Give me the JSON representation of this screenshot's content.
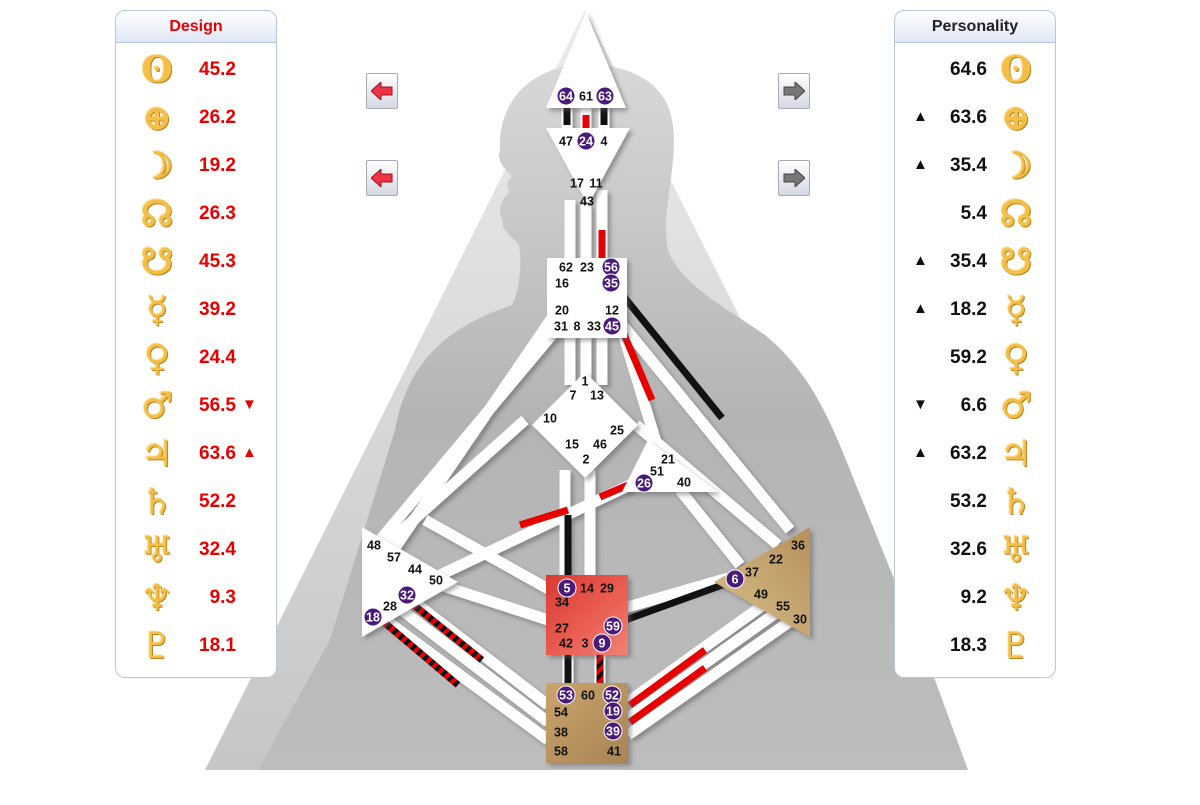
{
  "design": {
    "title": "Design",
    "rows": [
      {
        "planet": "sun-icon",
        "glyph": "ʘ",
        "value": "45.2",
        "mark": ""
      },
      {
        "planet": "earth-icon",
        "glyph": "⊕",
        "value": "26.2",
        "mark": ""
      },
      {
        "planet": "moon-icon",
        "glyph": "☽",
        "value": "19.2",
        "mark": ""
      },
      {
        "planet": "north-node-icon",
        "glyph": "☊",
        "value": "26.3",
        "mark": ""
      },
      {
        "planet": "south-node-icon",
        "glyph": "☋",
        "value": "45.3",
        "mark": ""
      },
      {
        "planet": "mercury-icon",
        "glyph": "☿",
        "value": "39.2",
        "mark": ""
      },
      {
        "planet": "venus-icon",
        "glyph": "♀",
        "value": "24.4",
        "mark": ""
      },
      {
        "planet": "mars-icon",
        "glyph": "♂",
        "value": "56.5",
        "mark": "▼"
      },
      {
        "planet": "jupiter-icon",
        "glyph": "♃",
        "value": "63.6",
        "mark": "▲"
      },
      {
        "planet": "saturn-icon",
        "glyph": "♄",
        "value": "52.2",
        "mark": ""
      },
      {
        "planet": "uranus-icon",
        "glyph": "♅",
        "value": "32.4",
        "mark": ""
      },
      {
        "planet": "neptune-icon",
        "glyph": "♆",
        "value": "9.3",
        "mark": ""
      },
      {
        "planet": "pluto-icon",
        "glyph": "♇",
        "value": "18.1",
        "mark": ""
      }
    ]
  },
  "personality": {
    "title": "Personality",
    "rows": [
      {
        "planet": "sun-icon",
        "glyph": "ʘ",
        "value": "64.6",
        "mark": ""
      },
      {
        "planet": "earth-icon",
        "glyph": "⊕",
        "value": "63.6",
        "mark": "▲"
      },
      {
        "planet": "moon-icon",
        "glyph": "☽",
        "value": "35.4",
        "mark": "▲"
      },
      {
        "planet": "north-node-icon",
        "glyph": "☊",
        "value": "5.4",
        "mark": ""
      },
      {
        "planet": "south-node-icon",
        "glyph": "☋",
        "value": "35.4",
        "mark": "▲"
      },
      {
        "planet": "mercury-icon",
        "glyph": "☿",
        "value": "18.2",
        "mark": "▲"
      },
      {
        "planet": "venus-icon",
        "glyph": "♀",
        "value": "59.2",
        "mark": ""
      },
      {
        "planet": "mars-icon",
        "glyph": "♂",
        "value": "6.6",
        "mark": "▼"
      },
      {
        "planet": "jupiter-icon",
        "glyph": "♃",
        "value": "63.2",
        "mark": "▲"
      },
      {
        "planet": "saturn-icon",
        "glyph": "♄",
        "value": "53.2",
        "mark": ""
      },
      {
        "planet": "uranus-icon",
        "glyph": "♅",
        "value": "32.6",
        "mark": ""
      },
      {
        "planet": "neptune-icon",
        "glyph": "♆",
        "value": "9.2",
        "mark": ""
      },
      {
        "planet": "pluto-icon",
        "glyph": "♇",
        "value": "18.3",
        "mark": ""
      }
    ]
  },
  "navigation": {
    "design_prev_1": "left-arrow-icon",
    "design_prev_2": "left-arrow-icon",
    "personality_next_1": "right-arrow-icon",
    "personality_next_2": "right-arrow-icon"
  },
  "colors": {
    "design": "#e60000",
    "personality": "#111111",
    "activated_center_brown": "#b38d55",
    "activated_center_red": "#e0463c",
    "gate_badge": "#4a1a7a",
    "glyph_gold": "#f3bf48"
  },
  "bodygraph": {
    "centers": [
      {
        "name": "head",
        "gates": [
          "64",
          "61",
          "63"
        ],
        "activated": [
          "64",
          "63"
        ],
        "defined": false
      },
      {
        "name": "ajna",
        "gates": [
          "47",
          "24",
          "4",
          "17",
          "11",
          "43"
        ],
        "activated": [
          "24"
        ],
        "defined": false
      },
      {
        "name": "throat",
        "gates": [
          "62",
          "23",
          "56",
          "16",
          "35",
          "20",
          "12",
          "31",
          "8",
          "33",
          "45"
        ],
        "activated": [
          "56",
          "35",
          "45"
        ],
        "defined": false
      },
      {
        "name": "g-center",
        "gates": [
          "1",
          "7",
          "13",
          "10",
          "25",
          "15",
          "46",
          "2"
        ],
        "activated": [],
        "defined": false
      },
      {
        "name": "heart",
        "gates": [
          "21",
          "51",
          "26",
          "40"
        ],
        "activated": [
          "26"
        ],
        "defined": false
      },
      {
        "name": "spleen",
        "gates": [
          "48",
          "57",
          "44",
          "50",
          "32",
          "28",
          "18"
        ],
        "activated": [
          "32",
          "18"
        ],
        "defined": false
      },
      {
        "name": "sacral",
        "gates": [
          "5",
          "14",
          "29",
          "34",
          "27",
          "59",
          "42",
          "3",
          "9"
        ],
        "activated": [
          "5",
          "59",
          "9"
        ],
        "defined": true
      },
      {
        "name": "solar-plexus",
        "gates": [
          "36",
          "22",
          "6",
          "37",
          "49",
          "55",
          "30"
        ],
        "activated": [
          "6"
        ],
        "defined": true
      },
      {
        "name": "root",
        "gates": [
          "53",
          "60",
          "52",
          "54",
          "19",
          "38",
          "39",
          "58",
          "41"
        ],
        "activated": [
          "53",
          "52",
          "19",
          "39"
        ],
        "defined": true
      }
    ]
  }
}
